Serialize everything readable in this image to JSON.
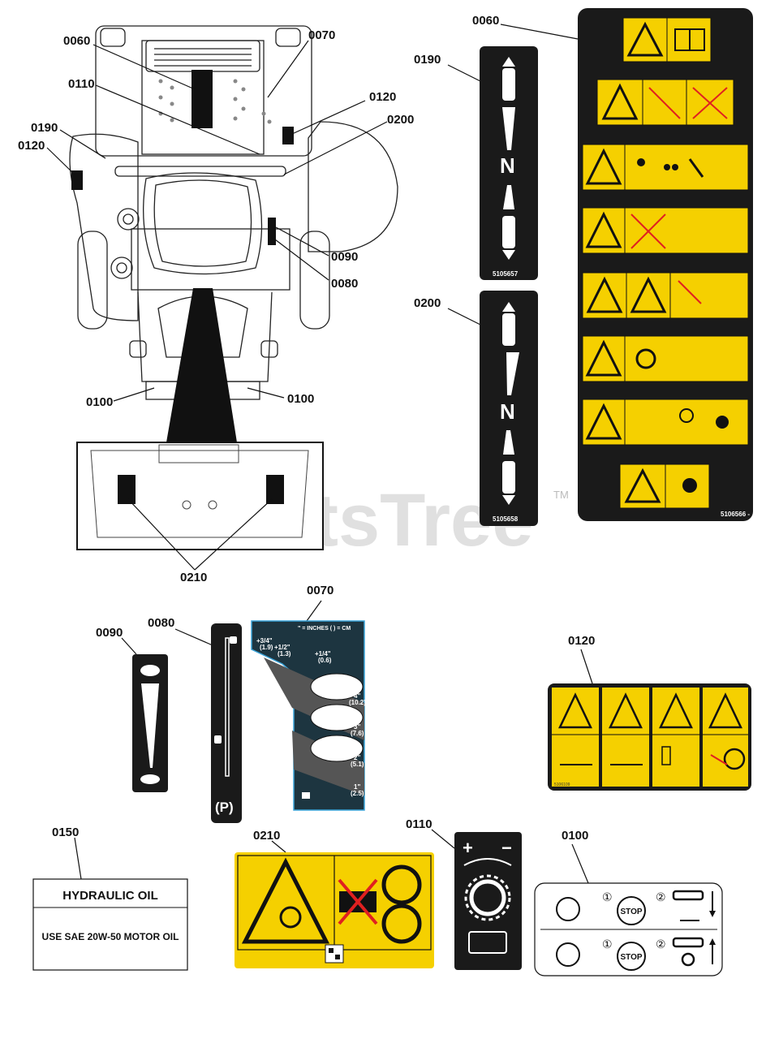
{
  "callouts": {
    "c0060_top": "0060",
    "c0070_top": "0070",
    "c0110_top": "0110",
    "c0120_right": "0120",
    "c0190_left": "0190",
    "c0200_right": "0200",
    "c0120_left": "0120",
    "c0090_mid": "0090",
    "c0080_mid": "0080",
    "c0100_left": "0100",
    "c0100_right": "0100",
    "c0210_bottom": "0210",
    "c0060_decal": "0060",
    "c0190_decal": "0190",
    "c0200_decal": "0200",
    "c0070_decal": "0070",
    "c0090_decal": "0090",
    "c0080_decal": "0080",
    "c0120_decal": "0120",
    "c0150_decal": "0150",
    "c0210_decal": "0210",
    "c0110_decal": "0110",
    "c0100_decal": "0100"
  },
  "decals": {
    "d0190_part": "5105657",
    "d0200_part": "5105658",
    "d0060_part": "5106566 -",
    "neutral_letter": "N",
    "d0070_header": "\" = INCHES ( ) = CM",
    "d0070_offsets": [
      {
        "main": "+3/4\"",
        "sub": "(1.9)"
      },
      {
        "main": "+1/2\"",
        "sub": "(1.3)"
      },
      {
        "main": "+1/4\"",
        "sub": "(0.6)"
      }
    ],
    "d0070_heights": [
      {
        "main": "4\"",
        "sub": "(10.2)"
      },
      {
        "main": "3\"",
        "sub": "(7.6)"
      },
      {
        "main": "2\"",
        "sub": "(5.1)"
      },
      {
        "main": "1\"",
        "sub": "(2.5)"
      }
    ],
    "d0080_park": "(P)",
    "d0150_title": "HYDRAULIC OIL",
    "d0150_body": "USE SAE 20W-50 MOTOR OIL",
    "d0110_plus": "+",
    "d0110_minus": "−",
    "d0100_step1": "①",
    "d0100_step2": "②",
    "d0100_stop": "STOP",
    "d0120_part": "5106109"
  },
  "watermark": {
    "text": "PartsTree",
    "tm": "TM"
  },
  "colors": {
    "safety_yellow": "#f5d000",
    "decal_black": "#1a1a1a"
  }
}
